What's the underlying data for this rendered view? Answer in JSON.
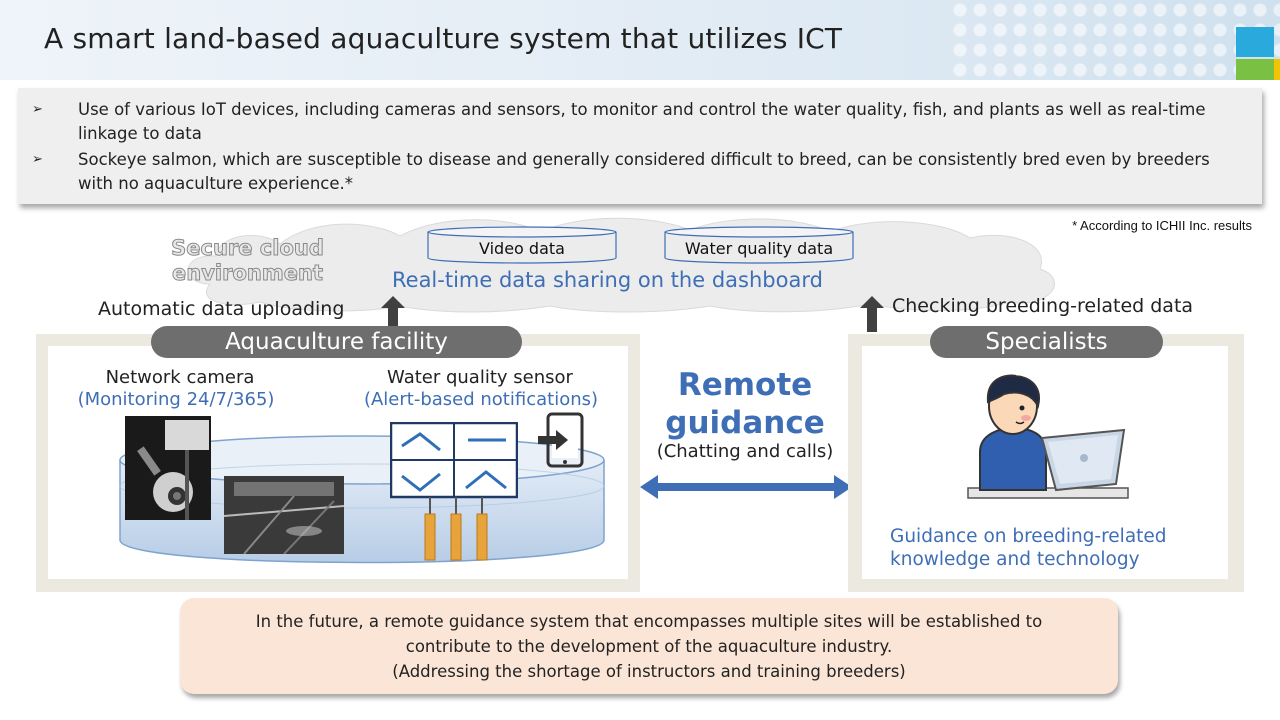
{
  "title": "A smart land-based aquaculture system that utilizes ICT",
  "bullets": [
    "Use of various IoT devices, including cameras and sensors, to monitor and control the water quality, fish, and plants as well as real-time linkage to data",
    "Sockeye salmon, which are susceptible to disease and generally considered difficult to breed, can be consistently bred even by breeders with no aquaculture experience.*"
  ],
  "footnote": "* According to ICHII Inc. results",
  "cloud": {
    "label_line1": "Secure cloud",
    "label_line2": "environment",
    "db_video": "Video data",
    "db_water": "Water quality data",
    "dashboard": "Real-time data sharing on the dashboard"
  },
  "arrows": {
    "left": "Automatic data uploading",
    "right": "Checking breeding-related data"
  },
  "facility": {
    "title": "Aquaculture facility",
    "camera": "Network camera",
    "camera_sub": "(Monitoring 24/7/365)",
    "sensor": "Water quality sensor",
    "sensor_sub": "(Alert-based notifications)"
  },
  "remote": {
    "line1": "Remote",
    "line2": "guidance",
    "sub": "(Chatting and calls)"
  },
  "specialists": {
    "title": "Specialists",
    "guidance_line1": "Guidance on breeding-related",
    "guidance_line2": "knowledge and technology"
  },
  "future": [
    "In the future, a remote guidance system that encompasses multiple sites will be established to",
    "contribute to the development of the aquaculture industry.",
    "(Addressing the shortage of instructors and training breeders)"
  ],
  "colors": {
    "accent_blue": "#3e6eb6",
    "pill_gray": "#6e6e6e",
    "sensor_navy": "#1f3864",
    "probe_orange": "#e8a33a",
    "future_bg": "#fbe5d6"
  }
}
